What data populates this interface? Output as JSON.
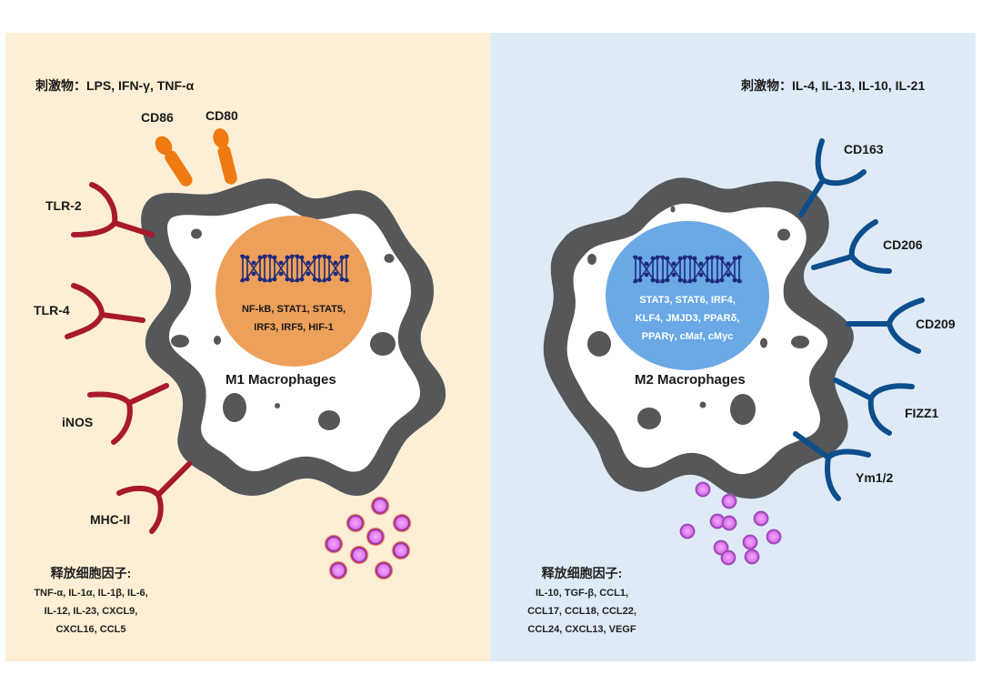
{
  "m1": {
    "stimulus": "刺激物：LPS, IFN-γ, TNF-α",
    "cell_title": "M1 Macrophages",
    "transcription_factors": [
      "NF-kB, STAT1, STAT5,",
      "IRF3, IRF5, HIF-1"
    ],
    "receptors": [
      {
        "name": "CD86",
        "shape": "rod"
      },
      {
        "name": "CD80",
        "shape": "rod"
      },
      {
        "name": "TLR-2",
        "shape": "Y"
      },
      {
        "name": "TLR-4",
        "shape": "Y"
      },
      {
        "name": "iNOS",
        "shape": "Y"
      },
      {
        "name": "MHC-II",
        "shape": "Y"
      }
    ],
    "cytokines_heading": "释放细胞因子:",
    "cytokines": [
      "TNF-α, IL-1α, IL-1β, IL-6,",
      "IL-12, IL-23, CXCL9,",
      "CXCL16, CCL5"
    ],
    "colors": {
      "background": "#fcefd5",
      "nucleus": "#eda05a",
      "receptor_y": "#a8192e",
      "receptor_rod": "#ef7a10",
      "vesicle": "#e98ef5",
      "vesicle_glow": "#f26a4b"
    }
  },
  "m2": {
    "stimulus": "刺激物：IL-4, IL-13, IL-10, IL-21",
    "cell_title": "M2 Macrophages",
    "transcription_factors": [
      "STAT3, STAT6, IRF4,",
      "KLF4, JMJD3, PPARδ,",
      "PPARγ, cMaf, cMyc"
    ],
    "receptors": [
      {
        "name": "CD163",
        "shape": "Y"
      },
      {
        "name": "CD206",
        "shape": "Y"
      },
      {
        "name": "CD209",
        "shape": "Y"
      },
      {
        "name": "FIZZ1",
        "shape": "Y"
      },
      {
        "name": "Ym1/2",
        "shape": "Y"
      }
    ],
    "cytokines_heading": "释放细胞因子:",
    "cytokines": [
      "IL-10, TGF-β, CCL1,",
      "CCL17, CCL18, CCL22,",
      "CCL24, CXCL13, VEGF"
    ],
    "colors": {
      "background": "#deebf7",
      "nucleus": "#6aa8e6",
      "receptor_y": "#0d4e8c",
      "vesicle": "#e98ef5",
      "vesicle_edge": "#8a3aa8"
    }
  },
  "shared_colors": {
    "membrane": "#555759",
    "cytoplasm": "#ffffff",
    "dna": "#1f2a7a",
    "text": "#1a1a1a"
  }
}
